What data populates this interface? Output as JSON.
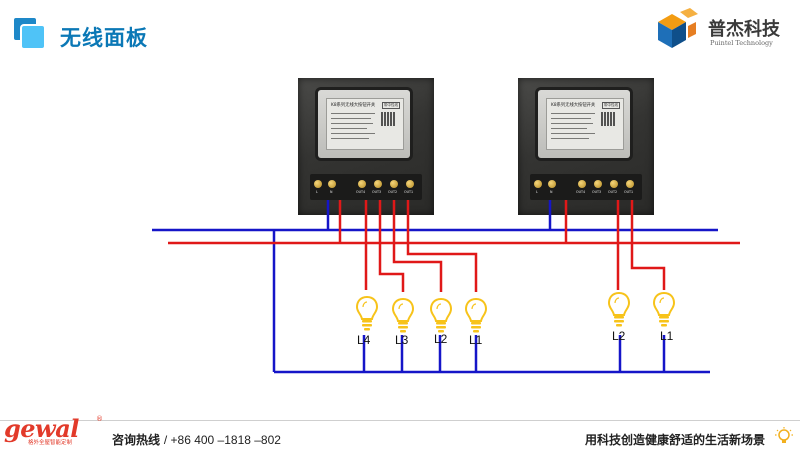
{
  "header": {
    "title": "无线面板",
    "brand_name": "普杰科技",
    "brand_sub": "Puintel Technology",
    "accent": "#0b78b6"
  },
  "panels": [
    {
      "label_title": "K8系列无线大按钮开关",
      "label_tag": "带中性线",
      "terminals": [
        "L",
        "N",
        "OUT4",
        "OUT3",
        "OUT2",
        "OUT1"
      ]
    },
    {
      "label_title": "K8系列无线大按钮开关",
      "label_tag": "带中性线",
      "terminals": [
        "L",
        "N",
        "OUT4",
        "OUT3",
        "OUT2",
        "OUT1"
      ]
    }
  ],
  "lamps": [
    {
      "label": "L4"
    },
    {
      "label": "L3"
    },
    {
      "label": "L2"
    },
    {
      "label": "L1"
    },
    {
      "label": "L2"
    },
    {
      "label": "L1"
    }
  ],
  "wire_colors": {
    "neutral": "#1515c8",
    "live": "#e01818",
    "bulb": "#f7c31a"
  },
  "footer": {
    "logo": "gewal",
    "logo_sub": "格外全屋智能定制",
    "hotline_label": "咨询热线",
    "hotline_number": "/ +86 400 –1818 –802",
    "slogan": "用科技创造健康舒适的生活新场景"
  }
}
